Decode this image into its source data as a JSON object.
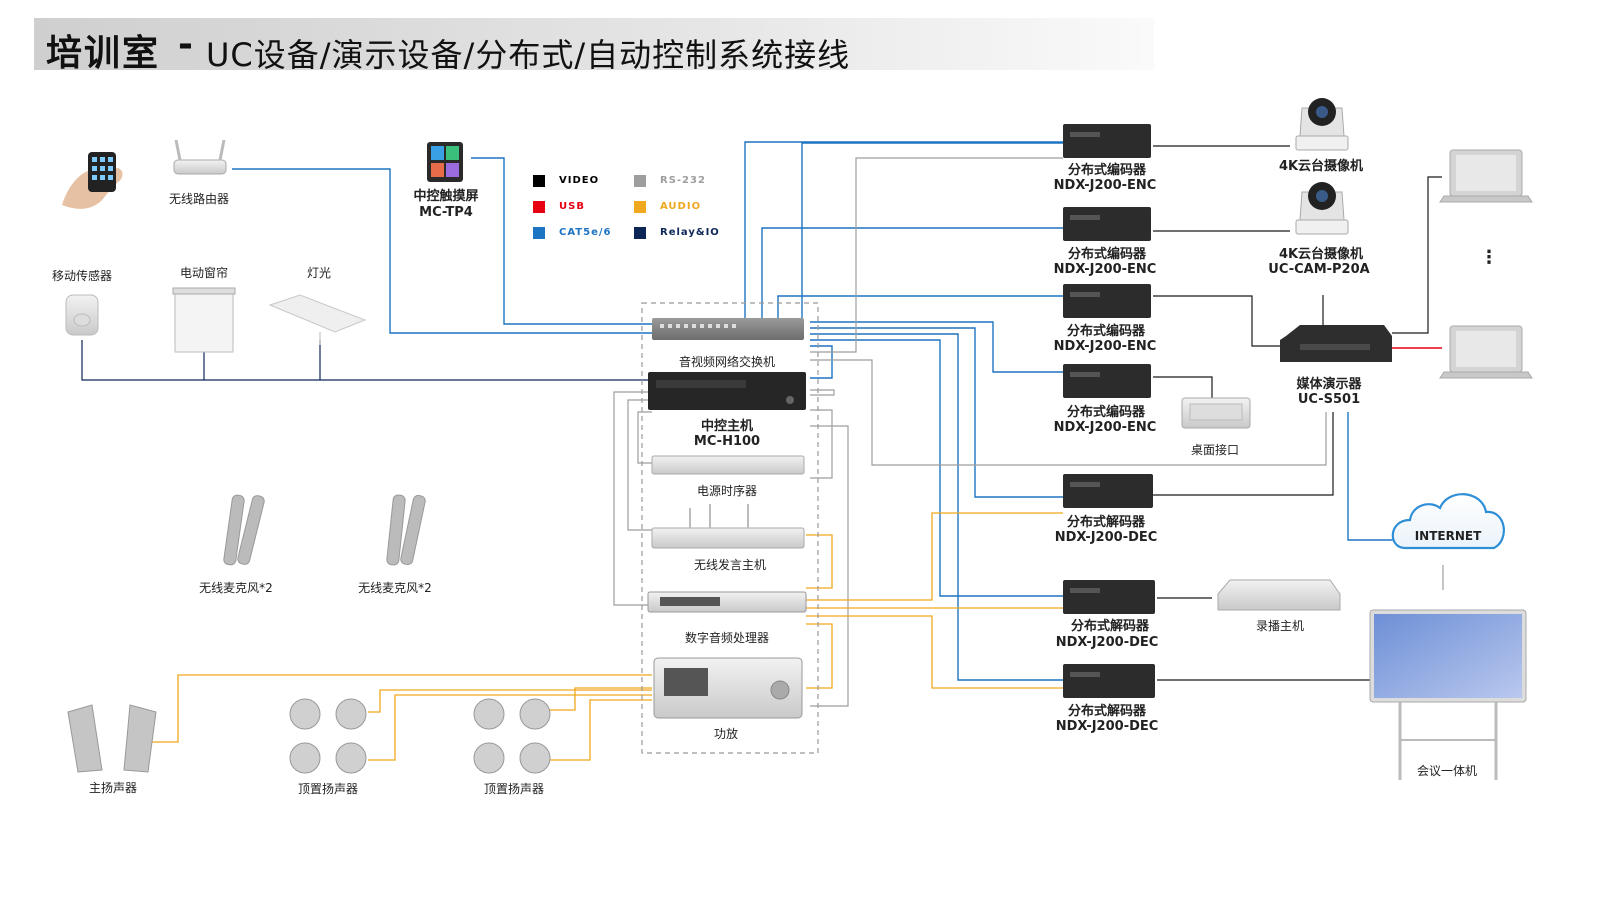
{
  "title": {
    "main": "培训室",
    "sep": "-",
    "sub": "UC设备/演示设备/分布式/自动控制系统接线"
  },
  "legend": [
    {
      "key": "video",
      "label": "VIDEO",
      "color": "#000000"
    },
    {
      "key": "usb",
      "label": "USB",
      "color": "#e60012"
    },
    {
      "key": "cat",
      "label": "CAT5e/6",
      "color": "#1d74c2"
    },
    {
      "key": "rs232",
      "label": "RS-232",
      "color": "#9e9e9e"
    },
    {
      "key": "audio",
      "label": "AUDIO",
      "color": "#f0a81e"
    },
    {
      "key": "relay",
      "label": "Relay&IO",
      "color": "#0c2757"
    }
  ],
  "devices": {
    "router": "无线路由器",
    "touchpanel_name": "中控触摸屏",
    "touchpanel_model": "MC-TP4",
    "motion_sensor": "移动传感器",
    "curtain": "电动窗帘",
    "light": "灯光",
    "switch": "音视频网络交换机",
    "control_host_name": "中控主机",
    "control_host_model": "MC-H100",
    "sequencer": "电源时序器",
    "wireless_mic_host": "无线发言主机",
    "dsp": "数字音频处理器",
    "amplifier": "功放",
    "mic1": "无线麦克风*2",
    "mic2": "无线麦克风*2",
    "main_speaker": "主扬声器",
    "ceiling_speaker1": "顶置扬声器",
    "ceiling_speaker2": "顶置扬声器",
    "enc_name": "分布式编码器",
    "enc_model": "NDX-J200-ENC",
    "dec_name": "分布式解码器",
    "dec_model": "NDX-J200-DEC",
    "camera1": "4K云台摄像机",
    "camera2_name": "4K云台摄像机",
    "camera2_model": "UC-CAM-P20A",
    "media_name": "媒体演示器",
    "media_model": "UC-S501",
    "desk_interface": "桌面接口",
    "recorder": "录播主机",
    "internet": "INTERNET",
    "display": "会议一体机",
    "ellipsis": "⋮"
  },
  "colors": {
    "cat": "#1d74c2",
    "video": "#111111",
    "usb": "#e60012",
    "audio": "#f0a81e",
    "rs232": "#9e9e9e",
    "relay": "#0c2757",
    "device_dark": "#2c2c2c",
    "device_gray": "#8a8a8a"
  }
}
